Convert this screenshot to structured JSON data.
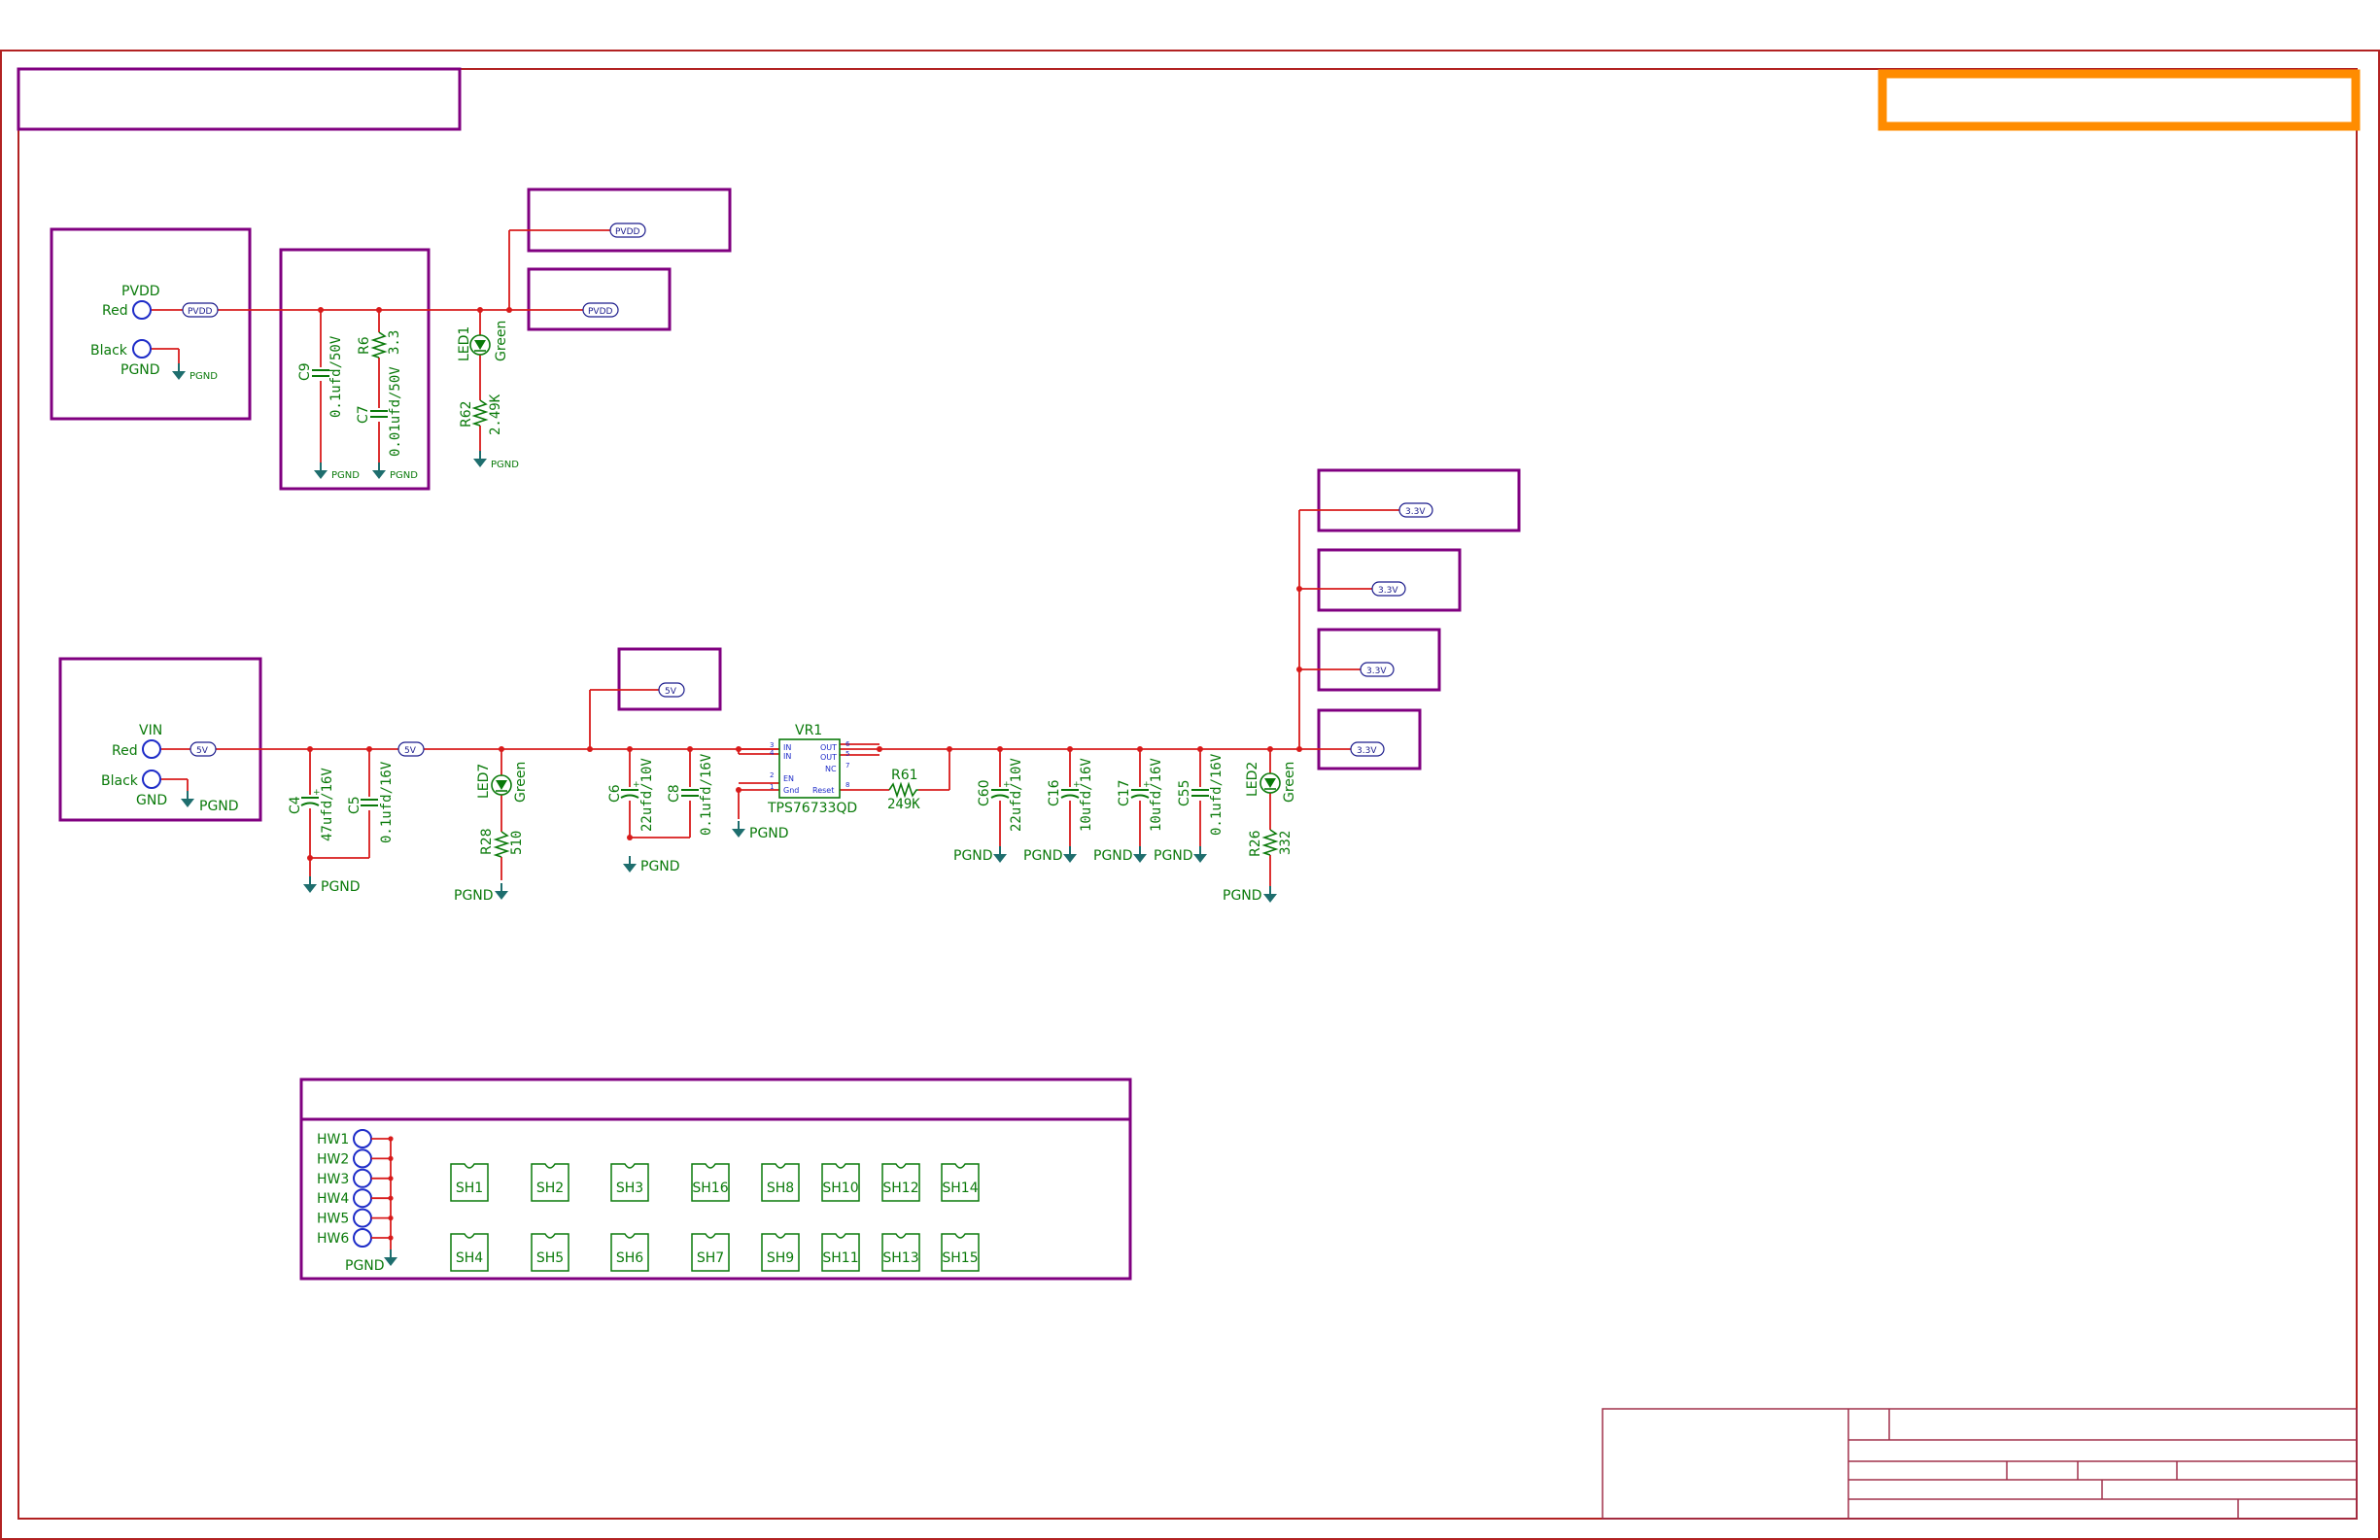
{
  "colors": {
    "border": "#b22222",
    "box": "#800080",
    "wire": "#d81b1b",
    "label": "#0a7a0a",
    "ground": "#1e6e6e",
    "chip": "#1e2cc8",
    "flag": "#1c1c8c",
    "highlight": "#ff8c00",
    "titleblock": "#a0304a"
  },
  "pvdd_section": {
    "connector_name": "PVDD",
    "pin_red": "Red",
    "pin_black": "Black",
    "connector_gnd": "PGND",
    "net": "PVDD",
    "gnd_label": "PGND",
    "c9_ref": "C9",
    "c9_val": "0.1ufd/50V",
    "r6_ref": "R6",
    "r6_val": "3.3",
    "c7_ref": "C7",
    "c7_val": "0.01ufd/50V",
    "led1_ref": "LED1",
    "led1_val": "Green",
    "r62_ref": "R62",
    "r62_val": "2.49K",
    "flag_top": "PVDD",
    "flag_bottom": "PVDD"
  },
  "vin_section": {
    "connector_name": "VIN",
    "pin_red": "Red",
    "pin_black": "Black",
    "connector_gnd": "GND",
    "gnd_label": "PGND",
    "net_5v_a": "5V",
    "net_5v_b": "5V",
    "c4_ref": "C4",
    "c4_val": "47ufd/16V",
    "c5_ref": "C5",
    "c5_val": "0.1ufd/16V",
    "led7_ref": "LED7",
    "led7_val": "Green",
    "r28_ref": "R28",
    "r28_val": "510",
    "flag_5v": "5V",
    "c6_ref": "C6",
    "c6_val": "22ufd/10V",
    "c8_ref": "C8",
    "c8_val": "0.1ufd/16V",
    "vr1_ref": "VR1",
    "vr1_part": "TPS76733QD",
    "vr1_pins": {
      "in1": "IN",
      "in2": "IN",
      "en": "EN",
      "gnd": "Gnd",
      "out1": "OUT",
      "out2": "OUT",
      "nc": "NC",
      "reset": "Reset",
      "n3": "3",
      "n4": "4",
      "n2": "2",
      "n1": "1",
      "n6": "6",
      "n5": "5",
      "n7": "7",
      "n8": "8"
    },
    "r61_ref": "R61",
    "r61_val": "249K",
    "c60_ref": "C60",
    "c60_val": "22ufd/10V",
    "c16_ref": "C16",
    "c16_val": "10ufd/16V",
    "c17_ref": "C17",
    "c17_val": "10ufd/16V",
    "c55_ref": "C55",
    "c55_val": "0.1ufd/16V",
    "led2_ref": "LED2",
    "led2_val": "Green",
    "r26_ref": "R26",
    "r26_val": "332",
    "flags_3v3": [
      "3.3V",
      "3.3V",
      "3.3V",
      "3.3V"
    ]
  },
  "hardware_section": {
    "hw": [
      "HW1",
      "HW2",
      "HW3",
      "HW4",
      "HW5",
      "HW6"
    ],
    "gnd_label": "PGND",
    "shields_top": [
      "SH1",
      "SH2",
      "SH3",
      "SH16",
      "SH8",
      "SH10",
      "SH12",
      "SH14"
    ],
    "shields_bottom": [
      "SH4",
      "SH5",
      "SH6",
      "SH7",
      "SH9",
      "SH11",
      "SH13",
      "SH15"
    ]
  }
}
